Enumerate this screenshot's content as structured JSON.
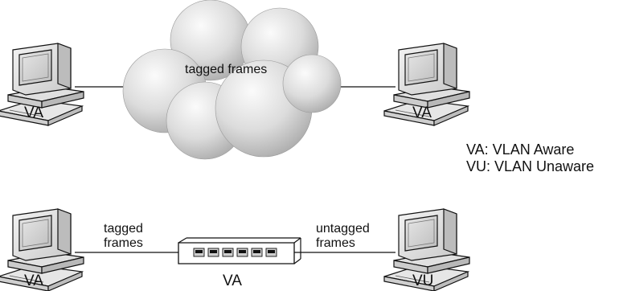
{
  "top": {
    "cloud_label": "tagged frames",
    "left_node_label": "VA",
    "right_node_label": "VA"
  },
  "legend": {
    "va": "VA: VLAN Aware",
    "vu": "VU: VLAN Unaware"
  },
  "bottom": {
    "left_link_label_1": "tagged",
    "left_link_label_2": "frames",
    "right_link_label_1": "untagged",
    "right_link_label_2": "frames",
    "left_node_label": "VA",
    "switch_label": "VA",
    "right_node_label": "VU"
  },
  "colors": {
    "line": "#111111",
    "cloud_light": "#ffffff",
    "cloud_dark": "#a9a9a9"
  }
}
